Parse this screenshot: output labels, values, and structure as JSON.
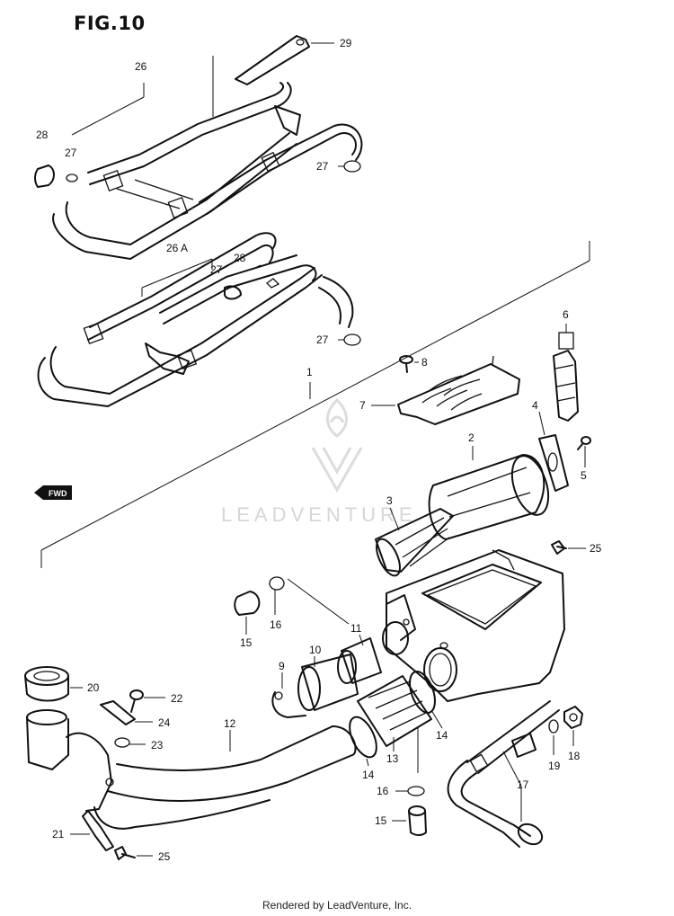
{
  "figure": {
    "title": "FIG.10",
    "footer": "Rendered by LeadVenture, Inc.",
    "watermark": "LEADVENTURE",
    "fwd_mark": "FWD"
  },
  "callouts": [
    {
      "id": "29",
      "label": "29"
    },
    {
      "id": "26",
      "label": "26"
    },
    {
      "id": "28a",
      "label": "28"
    },
    {
      "id": "27a",
      "label": "27"
    },
    {
      "id": "27b",
      "label": "27"
    },
    {
      "id": "26A",
      "label": "26 A"
    },
    {
      "id": "27c",
      "label": "27"
    },
    {
      "id": "28b",
      "label": "28"
    },
    {
      "id": "27d",
      "label": "27"
    },
    {
      "id": "6",
      "label": "6"
    },
    {
      "id": "8",
      "label": "8"
    },
    {
      "id": "1",
      "label": "1"
    },
    {
      "id": "7",
      "label": "7"
    },
    {
      "id": "4",
      "label": "4"
    },
    {
      "id": "5",
      "label": "5"
    },
    {
      "id": "2",
      "label": "2"
    },
    {
      "id": "3",
      "label": "3"
    },
    {
      "id": "25a",
      "label": "25"
    },
    {
      "id": "16a",
      "label": "16"
    },
    {
      "id": "11",
      "label": "11"
    },
    {
      "id": "15a",
      "label": "15"
    },
    {
      "id": "10",
      "label": "10"
    },
    {
      "id": "9",
      "label": "9"
    },
    {
      "id": "20",
      "label": "20"
    },
    {
      "id": "22",
      "label": "22"
    },
    {
      "id": "12",
      "label": "12"
    },
    {
      "id": "24",
      "label": "24"
    },
    {
      "id": "23",
      "label": "23"
    },
    {
      "id": "14a",
      "label": "14"
    },
    {
      "id": "13",
      "label": "13"
    },
    {
      "id": "14b",
      "label": "14"
    },
    {
      "id": "16b",
      "label": "16"
    },
    {
      "id": "15b",
      "label": "15"
    },
    {
      "id": "21",
      "label": "21"
    },
    {
      "id": "25b",
      "label": "25"
    },
    {
      "id": "18",
      "label": "18"
    },
    {
      "id": "19",
      "label": "19"
    },
    {
      "id": "17",
      "label": "17"
    }
  ]
}
